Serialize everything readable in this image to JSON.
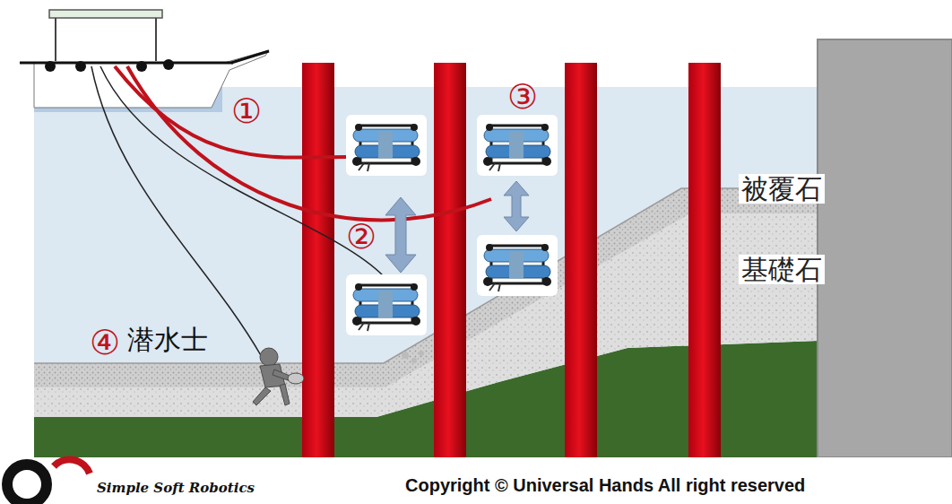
{
  "diagram": {
    "labels": [
      "①",
      "②",
      "③",
      "④",
      "潜水士",
      "被覆石",
      "基礎石",
      "Simple Soft Robotics",
      "Copyright © Universal Hands  All right reserved"
    ]
  }
}
